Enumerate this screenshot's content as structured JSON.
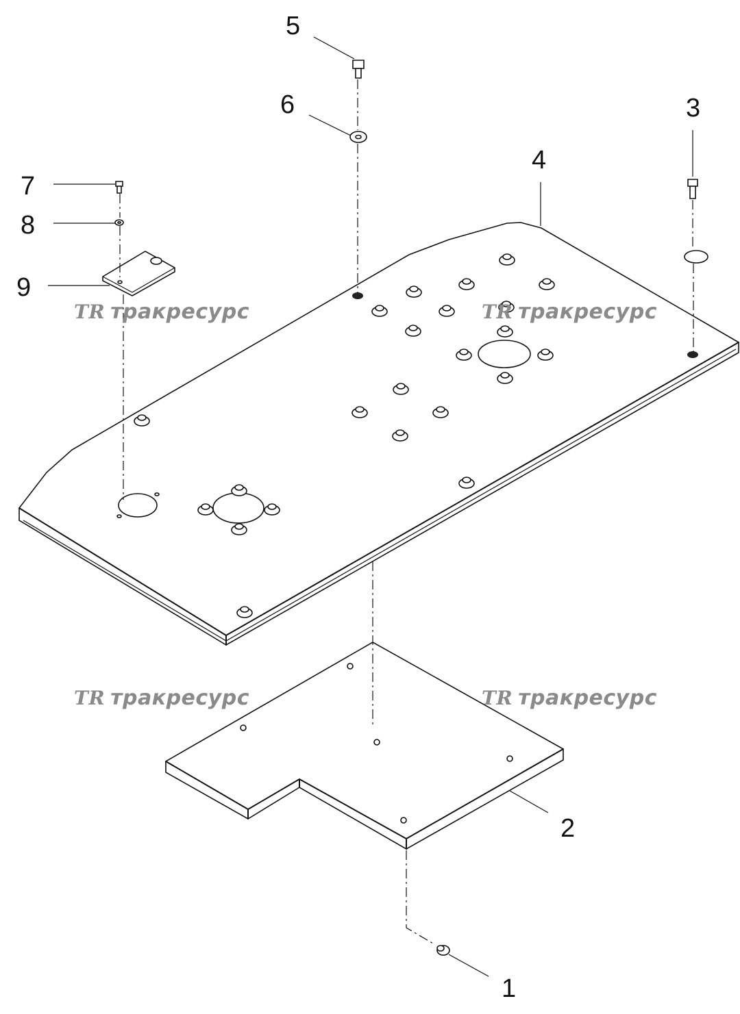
{
  "callouts": {
    "c1": "1",
    "c2": "2",
    "c3": "3",
    "c4": "4",
    "c5": "5",
    "c6": "6",
    "c7": "7",
    "c8": "8",
    "c9": "9"
  },
  "watermark": {
    "logo": "TR",
    "text": "тракресурс"
  }
}
